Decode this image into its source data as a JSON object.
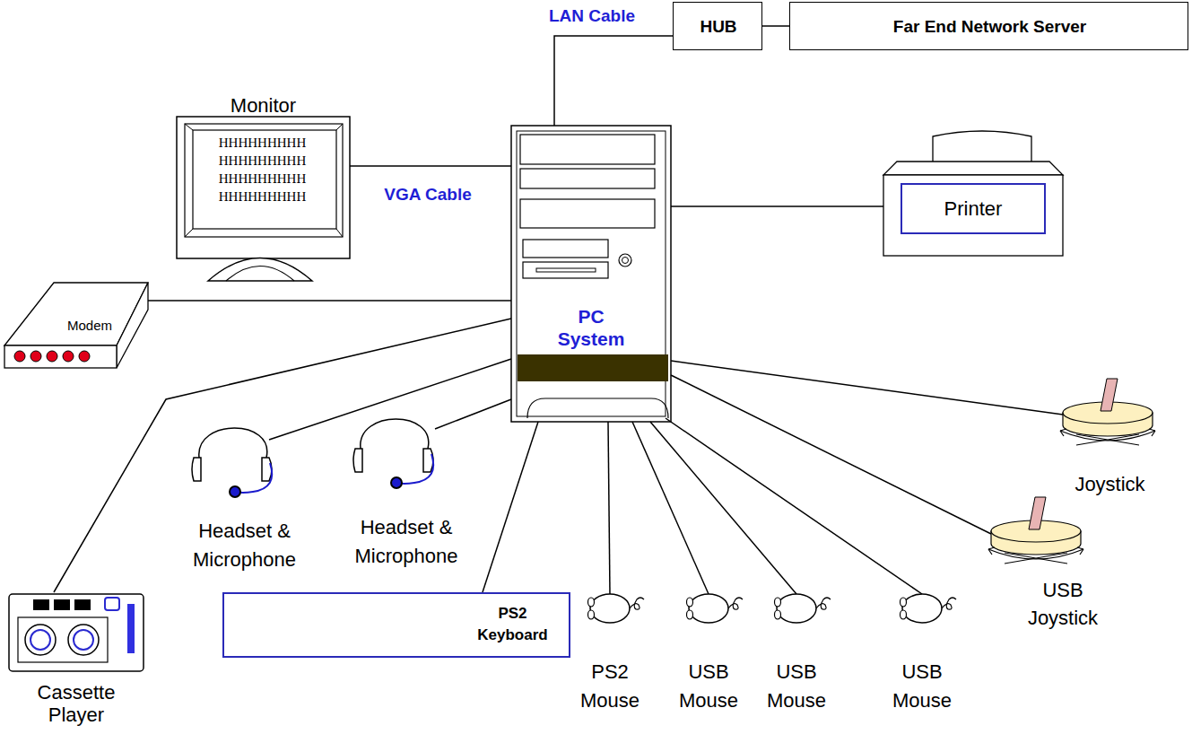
{
  "diagram": {
    "nodes": [
      {
        "text": [
          "PC System"
        ]
      },
      {
        "text": [
          "HUB"
        ]
      },
      {
        "text": [
          "Far End Network Server"
        ]
      },
      {
        "text": [
          "Monitor",
          "HHHHHHHHH HHHHHHHHH HHHHHHHHH HHHHHHHHH"
        ]
      },
      {
        "text": [
          "Printer"
        ]
      },
      {
        "text": [
          "Modem"
        ]
      },
      {
        "text": [
          "Cassette Player"
        ]
      },
      {
        "text": [
          "Headset & Microphone"
        ]
      },
      {
        "text": [
          "Headset & Microphone"
        ]
      },
      {
        "text": [
          "PS2 Keyboard"
        ]
      },
      {
        "text": [
          "PS2 Mouse"
        ]
      },
      {
        "text": [
          "USB Mouse"
        ]
      },
      {
        "text": [
          "USB Mouse"
        ]
      },
      {
        "text": [
          "USB Mouse"
        ]
      },
      {
        "text": [
          "Joystick"
        ]
      },
      {
        "text": [
          "USB Joystick"
        ]
      }
    ],
    "edges": [
      {
        "from": 0,
        "to": 1,
        "label": "LAN Cable",
        "arrow": "none"
      },
      {
        "from": 1,
        "to": 2,
        "arrow": "none"
      },
      {
        "from": 0,
        "to": 3,
        "label": "VGA Cable",
        "arrow": "none"
      },
      {
        "from": 0,
        "to": 4,
        "arrow": "none"
      },
      {
        "from": 0,
        "to": 5,
        "arrow": "none"
      },
      {
        "from": 0,
        "to": 6,
        "arrow": "none"
      },
      {
        "from": 0,
        "to": 7,
        "arrow": "none"
      },
      {
        "from": 0,
        "to": 8,
        "arrow": "none"
      },
      {
        "from": 0,
        "to": 9,
        "arrow": "none"
      },
      {
        "from": 0,
        "to": 10,
        "arrow": "none"
      },
      {
        "from": 0,
        "to": 11,
        "arrow": "none"
      },
      {
        "from": 0,
        "to": 12,
        "arrow": "none"
      },
      {
        "from": 0,
        "to": 13,
        "arrow": "none"
      },
      {
        "from": 0,
        "to": 14,
        "arrow": "none"
      },
      {
        "from": 0,
        "to": 15,
        "arrow": "none"
      }
    ]
  }
}
